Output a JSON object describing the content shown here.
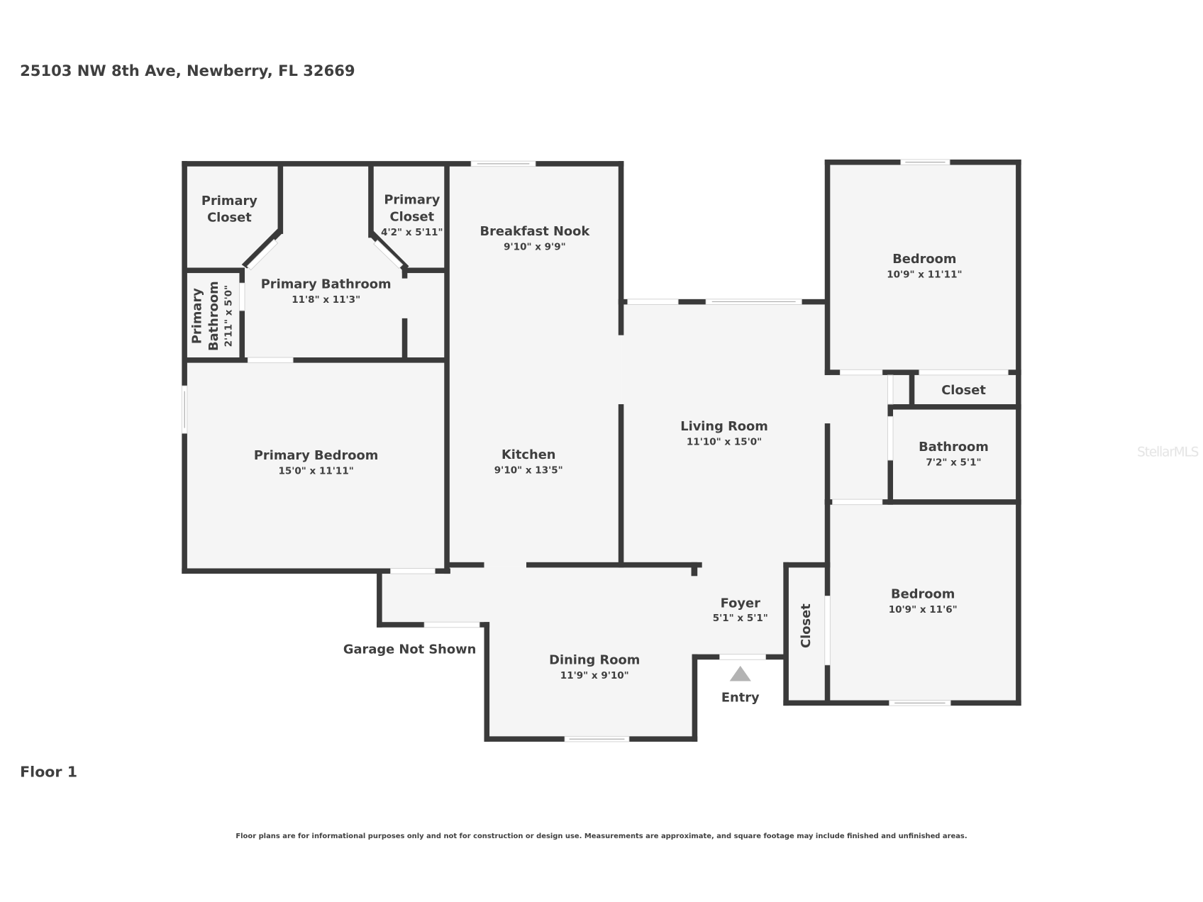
{
  "header": {
    "address": "25103 NW 8th Ave, Newberry, FL 32669"
  },
  "floor_label": "Floor 1",
  "rooms": {
    "primary_closet_left": {
      "name_line1": "Primary",
      "name_line2": "Closet"
    },
    "primary_closet_right": {
      "name_line1": "Primary",
      "name_line2": "Closet",
      "dims": "4'2\" x 5'11\""
    },
    "primary_bathroom": {
      "name": "Primary Bathroom",
      "dims": "11'8\" x 11'3\""
    },
    "primary_bathroom_small": {
      "name_line1": "Primary",
      "name_line2": "Bathroom",
      "dims": "2'11\" x 5'0\""
    },
    "breakfast_nook": {
      "name": "Breakfast Nook",
      "dims": "9'10\" x 9'9\""
    },
    "primary_bedroom": {
      "name": "Primary Bedroom",
      "dims": "15'0\" x 11'11\""
    },
    "kitchen": {
      "name": "Kitchen",
      "dims": "9'10\" x 13'5\""
    },
    "living_room": {
      "name": "Living Room",
      "dims": "11'10\" x 15'0\""
    },
    "bedroom_top": {
      "name": "Bedroom",
      "dims": "10'9\" x 11'11\""
    },
    "closet_right": {
      "name": "Closet"
    },
    "bathroom": {
      "name": "Bathroom",
      "dims": "7'2\" x 5'1\""
    },
    "bedroom_bottom": {
      "name": "Bedroom",
      "dims": "10'9\" x 11'6\""
    },
    "closet_vertical": {
      "name": "Closet"
    },
    "foyer": {
      "name": "Foyer",
      "dims": "5'1\" x 5'1\""
    },
    "dining_room": {
      "name": "Dining Room",
      "dims": "11'9\" x 9'10\""
    }
  },
  "annotations": {
    "garage": "Garage Not Shown",
    "entry": "Entry"
  },
  "footer": {
    "disclaimer": "Floor plans are for informational purposes only and not for construction or design use. Measurements are approximate, and square footage may include finished and unfinished areas."
  },
  "watermark": "StellarMLS",
  "colors": {
    "wall": "#3a3a3a",
    "floor": "#f5f5f5",
    "text": "#3f3f3f",
    "background": "#ffffff"
  }
}
